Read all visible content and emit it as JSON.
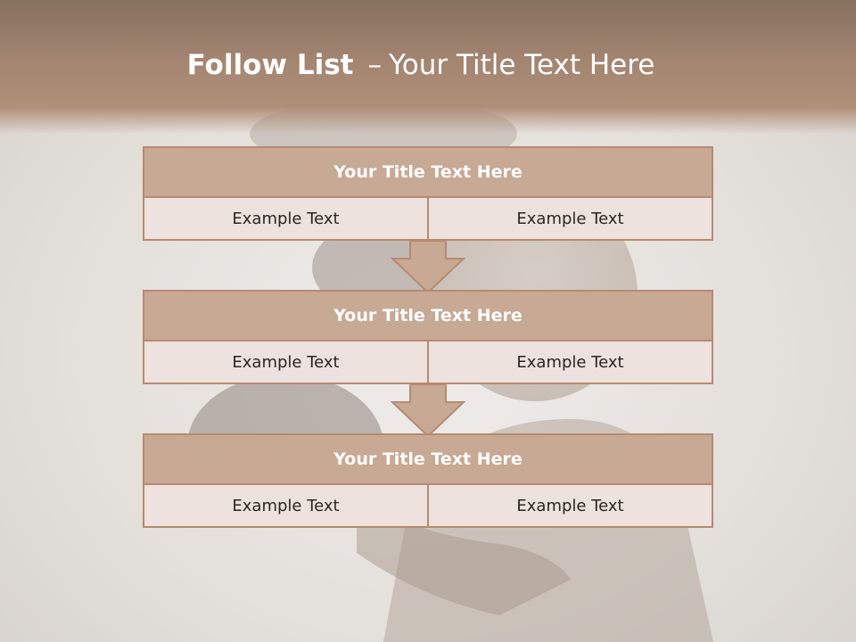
{
  "slide": {
    "title_bold": "Follow List",
    "title_dash": "–",
    "title_rest": "Your Title Text Here"
  },
  "blocks": [
    {
      "title": "Your Title Text Here",
      "cells": [
        "Example Text",
        "Example Text"
      ]
    },
    {
      "title": "Your Title Text Here",
      "cells": [
        "Example Text",
        "Example Text"
      ]
    },
    {
      "title": "Your Title Text Here",
      "cells": [
        "Example Text",
        "Example Text"
      ]
    }
  ],
  "colors": {
    "title_band": "#a38570",
    "block_header": "#c7a994",
    "block_border": "#b78a72",
    "block_cell": "#ede2dd",
    "arrow_fill": "#c7a994"
  },
  "icons": {
    "arrow": "down-arrow-icon",
    "background": "boxer-photo"
  }
}
